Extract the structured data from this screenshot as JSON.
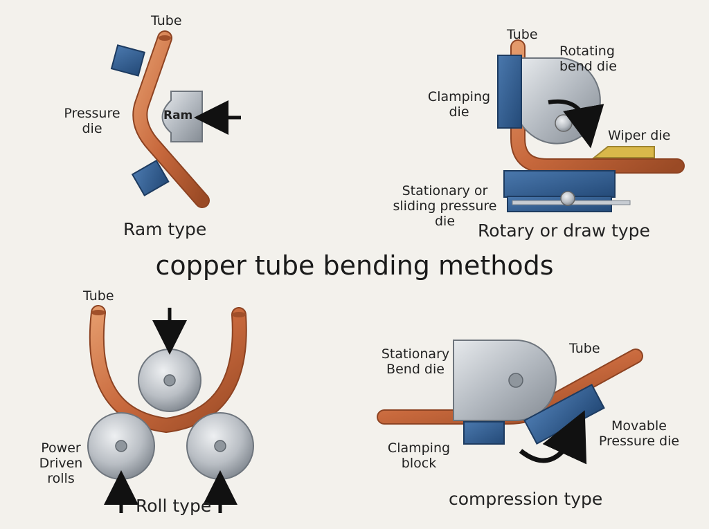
{
  "title": "copper tube bending methods",
  "ram": {
    "method": "Ram type",
    "tube": "Tube",
    "pressure_die": [
      "Pressure",
      "die"
    ],
    "ram": "Ram"
  },
  "rotary": {
    "method": "Rotary or draw type",
    "tube": "Tube",
    "rotating_bend_die": [
      "Rotating",
      "bend die"
    ],
    "clamping_die": [
      "Clamping",
      "die"
    ],
    "wiper_die": "Wiper die",
    "pressure_die": [
      "Stationary or",
      "sliding pressure",
      "die"
    ]
  },
  "roll": {
    "method": "Roll type",
    "tube": "Tube",
    "power_rolls": [
      "Power",
      "Driven",
      "rolls"
    ]
  },
  "compression": {
    "method": "compression type",
    "tube": "Tube",
    "bend_die": [
      "Stationary",
      "Bend die"
    ],
    "clamping_block": [
      "Clamping",
      "block"
    ],
    "pressure_die": [
      "Movable",
      "Pressure die"
    ]
  },
  "colors": {
    "copper": "#c8693d",
    "steel": "#b9bec4",
    "die_blue": "#2f5a8f",
    "wiper": "#d9b84a",
    "background": "#f3f1ec"
  }
}
